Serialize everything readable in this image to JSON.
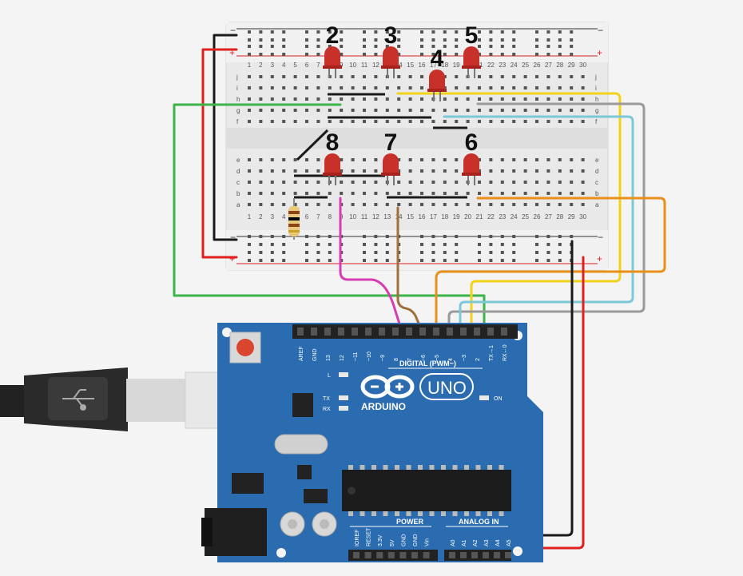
{
  "led_labels": [
    "2",
    "3",
    "4",
    "5",
    "6",
    "7",
    "8"
  ],
  "breadboard": {
    "rail_minus": "−",
    "rail_plus": "+",
    "row_letters_top": [
      "j",
      "i",
      "h",
      "g",
      "f"
    ],
    "row_letters_bottom": [
      "e",
      "d",
      "c",
      "b",
      "a"
    ],
    "column_numbers": [
      "1",
      "2",
      "3",
      "4",
      "5",
      "6",
      "7",
      "8",
      "9",
      "10",
      "11",
      "12",
      "13",
      "14",
      "15",
      "16",
      "17",
      "18",
      "19",
      "20",
      "21",
      "22",
      "23",
      "24",
      "25",
      "26",
      "27",
      "28",
      "29",
      "30"
    ]
  },
  "arduino": {
    "brand": "ARDUINO",
    "model": "UNO",
    "digital_label": "DIGITAL (PWM~)",
    "power_label": "POWER",
    "analog_label": "ANALOG IN",
    "on_label": "ON",
    "tx_label": "TX",
    "rx_label": "RX",
    "l_label": "L",
    "digital_pins": [
      "AREF",
      "GND",
      "13",
      "12",
      "~11",
      "~10",
      "~9",
      "8",
      "7",
      "~6",
      "~5",
      "4",
      "~3",
      "2",
      "TX→1",
      "RX←0"
    ],
    "power_pins": [
      "IOREF",
      "RESET",
      "3.3V",
      "5V",
      "GND",
      "GND",
      "Vin"
    ],
    "analog_pins": [
      "A0",
      "A1",
      "A2",
      "A3",
      "A4",
      "A5"
    ]
  },
  "colors": {
    "wire_red": "#e02020",
    "wire_black": "#1a1a1a",
    "wire_green": "#3cb44b",
    "wire_yellow": "#f2d21b",
    "wire_gray": "#9a9a9a",
    "wire_cyan": "#7cc8d8",
    "wire_orange": "#e8901a",
    "wire_magenta": "#d63cb4",
    "wire_brown": "#a0703c",
    "board_blue": "#2b6cb0",
    "led_red": "#c8302a"
  }
}
